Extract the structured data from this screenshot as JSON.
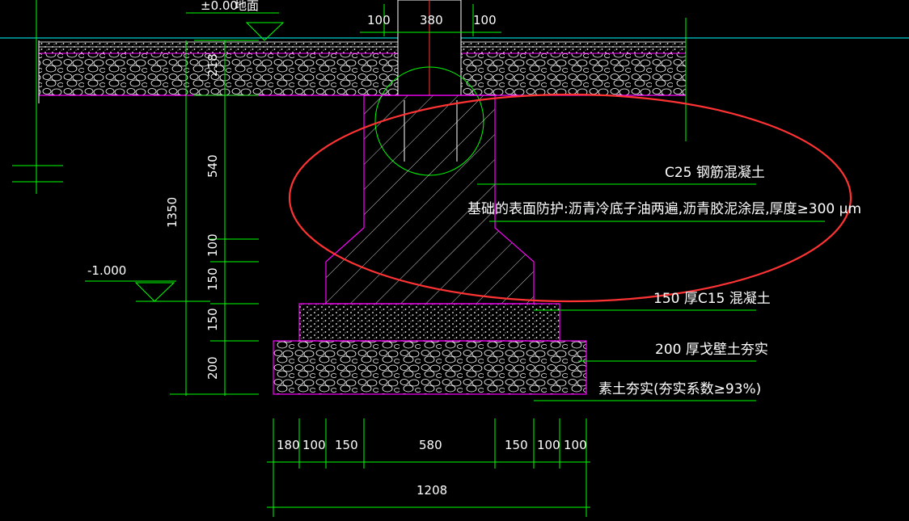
{
  "colors": {
    "background": "#000000",
    "dimension": "#00ff00",
    "outline": "#ff00ff",
    "text": "#ffffff",
    "highlight": "#ff3333",
    "pipe": "#00ff00",
    "hatch": "#ffffff",
    "cyan": "#00ffff"
  },
  "top_labels": {
    "elev_ground": "±0.00",
    "ground_text": "地面",
    "dim_100_left": "100",
    "dim_380": "380",
    "dim_100_right": "100"
  },
  "vertical_dims": {
    "d218": "218",
    "d540": "540",
    "d1350": "1350",
    "d100": "100",
    "d150a": "150",
    "d150b": "150",
    "d200": "200"
  },
  "elevation_low": "-1.000",
  "callouts": {
    "concrete": "C25  钢筋混凝土",
    "surface_protection": "基础的表面防护:沥青冷底子油两遍,沥青胶泥涂层,厚度≥300  μm",
    "c15_layer": "150  厚C15  混凝土",
    "gravel_layer": "200  厚戈壁土夯实",
    "base_soil": "素土夯实(夯实系数≥93%)"
  },
  "bottom_dims": {
    "d1": "180",
    "d2": "100",
    "d3": "150",
    "d4": "580",
    "d5": "150",
    "d6": "100",
    "d7": "100",
    "total": "1208"
  }
}
